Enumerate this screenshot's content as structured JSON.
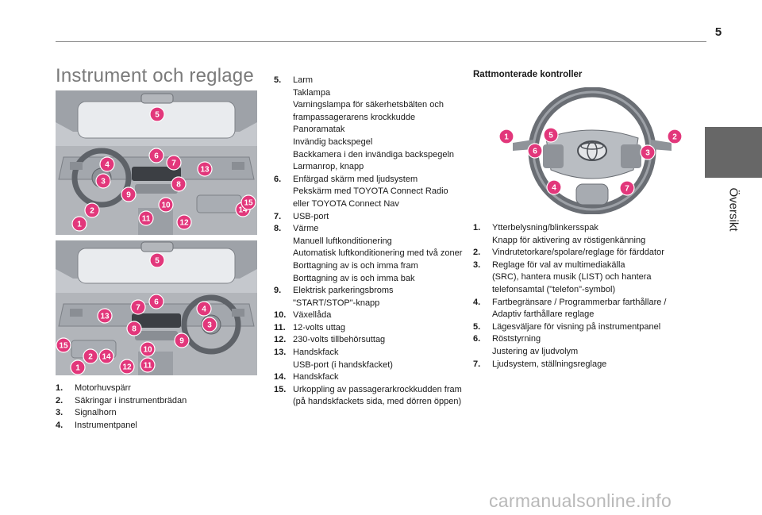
{
  "header": {
    "page_number": "5",
    "side_label": "Översikt"
  },
  "section_title": "Instrument och reglage",
  "figure1_markers": [
    "1",
    "2",
    "3",
    "4",
    "5",
    "6",
    "7",
    "8",
    "9",
    "10",
    "11",
    "12",
    "13",
    "14",
    "15"
  ],
  "figure2_markers": [
    "1",
    "2",
    "3",
    "4",
    "5",
    "6",
    "7",
    "8",
    "9",
    "10",
    "11",
    "12",
    "13",
    "14",
    "15"
  ],
  "list_left": [
    {
      "num": "1.",
      "lines": [
        "Motorhuvspärr"
      ]
    },
    {
      "num": "2.",
      "lines": [
        "Säkringar i instrumentbrädan"
      ]
    },
    {
      "num": "3.",
      "lines": [
        "Signalhorn"
      ]
    },
    {
      "num": "4.",
      "lines": [
        "Instrumentpanel"
      ]
    }
  ],
  "list_middle": [
    {
      "num": "5.",
      "lines": [
        "Larm",
        "Taklampa",
        "Varningslampa för säkerhetsbälten och",
        "frampassagerarens krockkudde",
        "Panoramatak",
        "Invändig backspegel",
        "Backkamera i den invändiga backspegeln",
        "Larmanrop, knapp"
      ]
    },
    {
      "num": "6.",
      "lines": [
        "Enfärgad skärm med ljudsystem",
        "Pekskärm med TOYOTA Connect Radio",
        "eller TOYOTA Connect Nav"
      ]
    },
    {
      "num": "7.",
      "lines": [
        "USB-port"
      ]
    },
    {
      "num": "8.",
      "lines": [
        "Värme",
        "Manuell luftkonditionering",
        "Automatisk luftkonditionering med två zoner",
        "Borttagning av is och imma fram",
        "Borttagning av is och imma bak"
      ]
    },
    {
      "num": "9.",
      "lines": [
        "Elektrisk parkeringsbroms",
        "\"START/STOP\"-knapp"
      ]
    },
    {
      "num": "10.",
      "lines": [
        "Växellåda"
      ]
    },
    {
      "num": "11.",
      "lines": [
        "12-volts uttag"
      ]
    },
    {
      "num": "12.",
      "lines": [
        "230-volts tillbehörsuttag"
      ]
    },
    {
      "num": "13.",
      "lines": [
        "Handskfack",
        "USB-port (i handskfacket)"
      ]
    },
    {
      "num": "14.",
      "lines": [
        "Handskfack"
      ]
    },
    {
      "num": "15.",
      "lines": [
        "Urkoppling av passagerarkrockkudden fram",
        "(på handskfackets sida, med dörren öppen)"
      ]
    }
  ],
  "steering_heading": "Rattmonterade kontroller",
  "wheel_markers": [
    "1",
    "2",
    "3",
    "4",
    "5",
    "6",
    "7"
  ],
  "list_right": [
    {
      "num": "1.",
      "lines": [
        "Ytterbelysning/blinkersspak",
        "Knapp för aktivering av röstigenkänning"
      ]
    },
    {
      "num": "2.",
      "lines": [
        "Vindrutetorkare/spolare/reglage för färddator"
      ]
    },
    {
      "num": "3.",
      "lines": [
        "Reglage för val av multimediakälla",
        "(SRC), hantera musik (LIST) och hantera",
        "telefonsamtal (\"telefon\"-symbol)"
      ]
    },
    {
      "num": "4.",
      "lines": [
        "Fartbegränsare / Programmerbar farthållare /",
        "Adaptiv farthållare reglage"
      ]
    },
    {
      "num": "5.",
      "lines": [
        "Lägesväljare för visning på instrumentpanel"
      ]
    },
    {
      "num": "6.",
      "lines": [
        "Röststyrning",
        "Justering av ljudvolym"
      ]
    },
    {
      "num": "7.",
      "lines": [
        "Ljudsystem, ställningsreglage"
      ]
    }
  ],
  "watermark": "carmanualsonline.info",
  "colors": {
    "marker": "#e2377b",
    "side_tab": "#676767",
    "title": "#7a7a7a"
  }
}
